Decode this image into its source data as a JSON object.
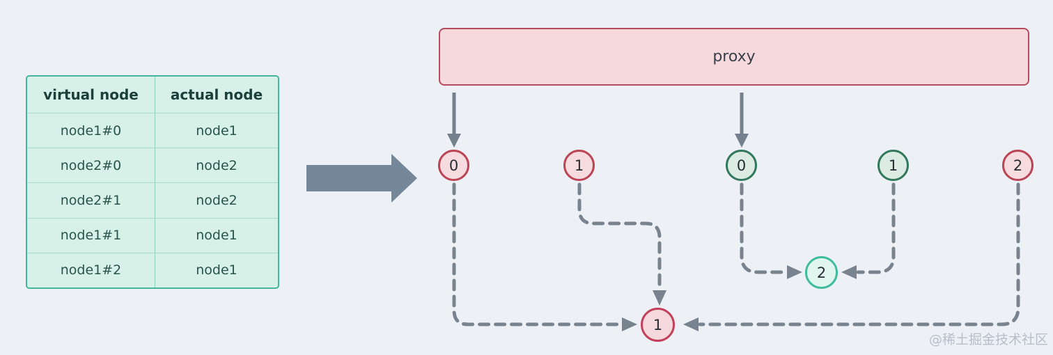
{
  "table": {
    "headers": [
      "virtual node",
      "actual node"
    ],
    "rows": [
      [
        "node1#0",
        "node1"
      ],
      [
        "node2#0",
        "node2"
      ],
      [
        "node2#1",
        "node2"
      ],
      [
        "node1#1",
        "node1"
      ],
      [
        "node1#2",
        "node1"
      ]
    ]
  },
  "proxy": {
    "label": "proxy"
  },
  "ring": {
    "top_nodes": [
      {
        "label": "0",
        "color": "red"
      },
      {
        "label": "1",
        "color": "red"
      },
      {
        "label": "0",
        "color": "green"
      },
      {
        "label": "1",
        "color": "green"
      },
      {
        "label": "2",
        "color": "red"
      }
    ],
    "merge_node_green": {
      "label": "2",
      "color": "teal"
    },
    "merge_node_red": {
      "label": "1",
      "color": "red"
    }
  },
  "watermark": "@稀土掘金技术社区",
  "colors": {
    "background": "#edf1f6",
    "table_fill": "#d8f1e8",
    "table_border": "#45b59d",
    "proxy_fill": "#f5d9dd",
    "proxy_border": "#b64a5e",
    "red_node_border": "#bb4455",
    "red_node_fill": "#f6dbdf",
    "green_node_border": "#31785c",
    "green_node_fill": "#dcebe3",
    "teal_node_border": "#3fbc9c",
    "teal_node_fill": "#e2f6f0",
    "connector_gray": "#78838f"
  }
}
